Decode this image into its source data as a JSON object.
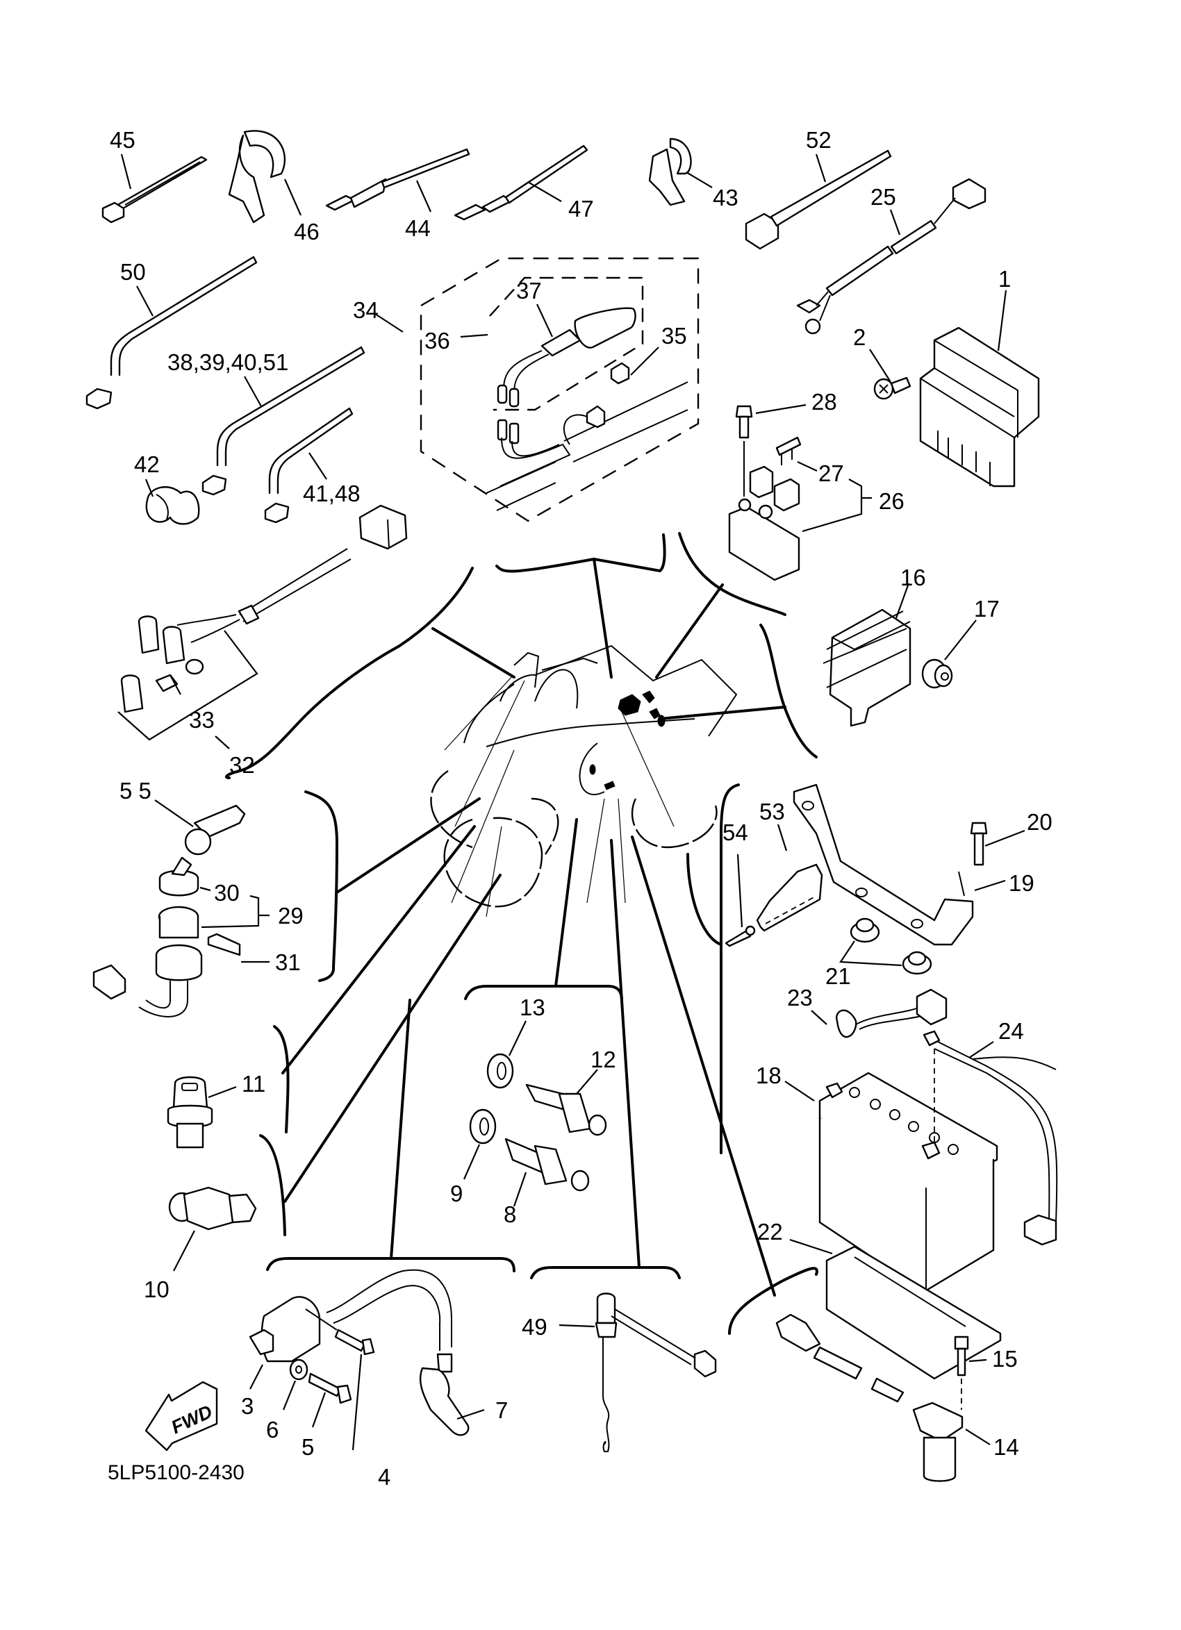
{
  "diagram": {
    "title": "Electrical parts exploded view",
    "drawing_code": "5LP5100-2430",
    "direction_arrow": "FWD",
    "callouts": {
      "c1": "1",
      "c2": "2",
      "c3": "3",
      "c4": "4",
      "c5": "5",
      "c6": "6",
      "c7": "7",
      "c8": "8",
      "c9": "9",
      "c10": "10",
      "c11": "11",
      "c12": "12",
      "c13": "13",
      "c14": "14",
      "c15": "15",
      "c16": "16",
      "c17": "17",
      "c18": "18",
      "c19": "19",
      "c20": "20",
      "c21": "21",
      "c22": "22",
      "c23": "23",
      "c24": "24",
      "c25": "25",
      "c26": "26",
      "c27": "27",
      "c28": "28",
      "c29": "29",
      "c30": "30",
      "c31": "31",
      "c32": "32",
      "c33": "33",
      "c34": "34",
      "c35": "35",
      "c36": "36",
      "c37": "37",
      "c38": "38,39,40,51",
      "c41": "41,48",
      "c42": "42",
      "c43": "43",
      "c44": "44",
      "c45": "45",
      "c46": "46",
      "c47": "47",
      "c49": "49",
      "c50": "50",
      "c52": "52",
      "c53": "53",
      "c54": "54",
      "c55": "5 5"
    }
  }
}
